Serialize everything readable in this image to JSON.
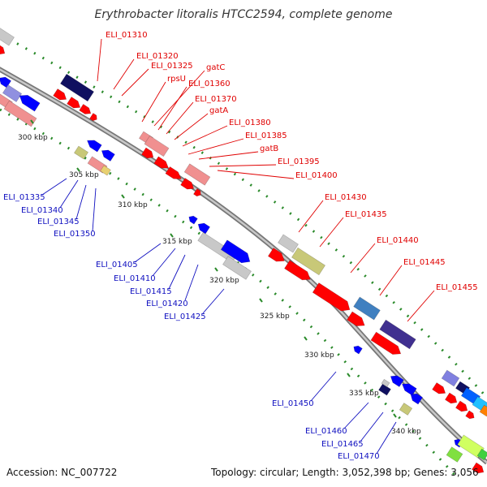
{
  "title": "Erythrobacter litoralis HTCC2594, complete genome",
  "accession": "Accession: NC_007722",
  "topology": "Topology: circular; Length: 3,052,398 bp; Genes: 3,056",
  "colors": {
    "backbone": "#888888",
    "forward_gene": "#ff0000",
    "reverse_gene": "#0000ff",
    "forward_label": "#e00000",
    "reverse_label": "#1010c0",
    "dots": "#2a8a2a"
  },
  "ticks": [
    "300 kbp",
    "305 kbp",
    "310 kbp",
    "315 kbp",
    "320 kbp",
    "325 kbp",
    "330 kbp",
    "335 kbp",
    "340 kbp"
  ],
  "forward_labels": [
    "ELI_01310",
    "ELI_01320",
    "ELI_01325",
    "rpsU",
    "gatC",
    "ELI_01360",
    "ELI_01370",
    "gatA",
    "ELI_01380",
    "ELI_01385",
    "gatB",
    "ELI_01395",
    "ELI_01400",
    "ELI_01430",
    "ELI_01435",
    "ELI_01440",
    "ELI_01445",
    "ELI_01455"
  ],
  "reverse_labels": [
    "ELI_01335",
    "ELI_01340",
    "ELI_01345",
    "ELI_01350",
    "ELI_01405",
    "ELI_01410",
    "ELI_01415",
    "ELI_01420",
    "ELI_01425",
    "ELI_01450",
    "ELI_01460",
    "ELI_01465",
    "ELI_01470"
  ]
}
